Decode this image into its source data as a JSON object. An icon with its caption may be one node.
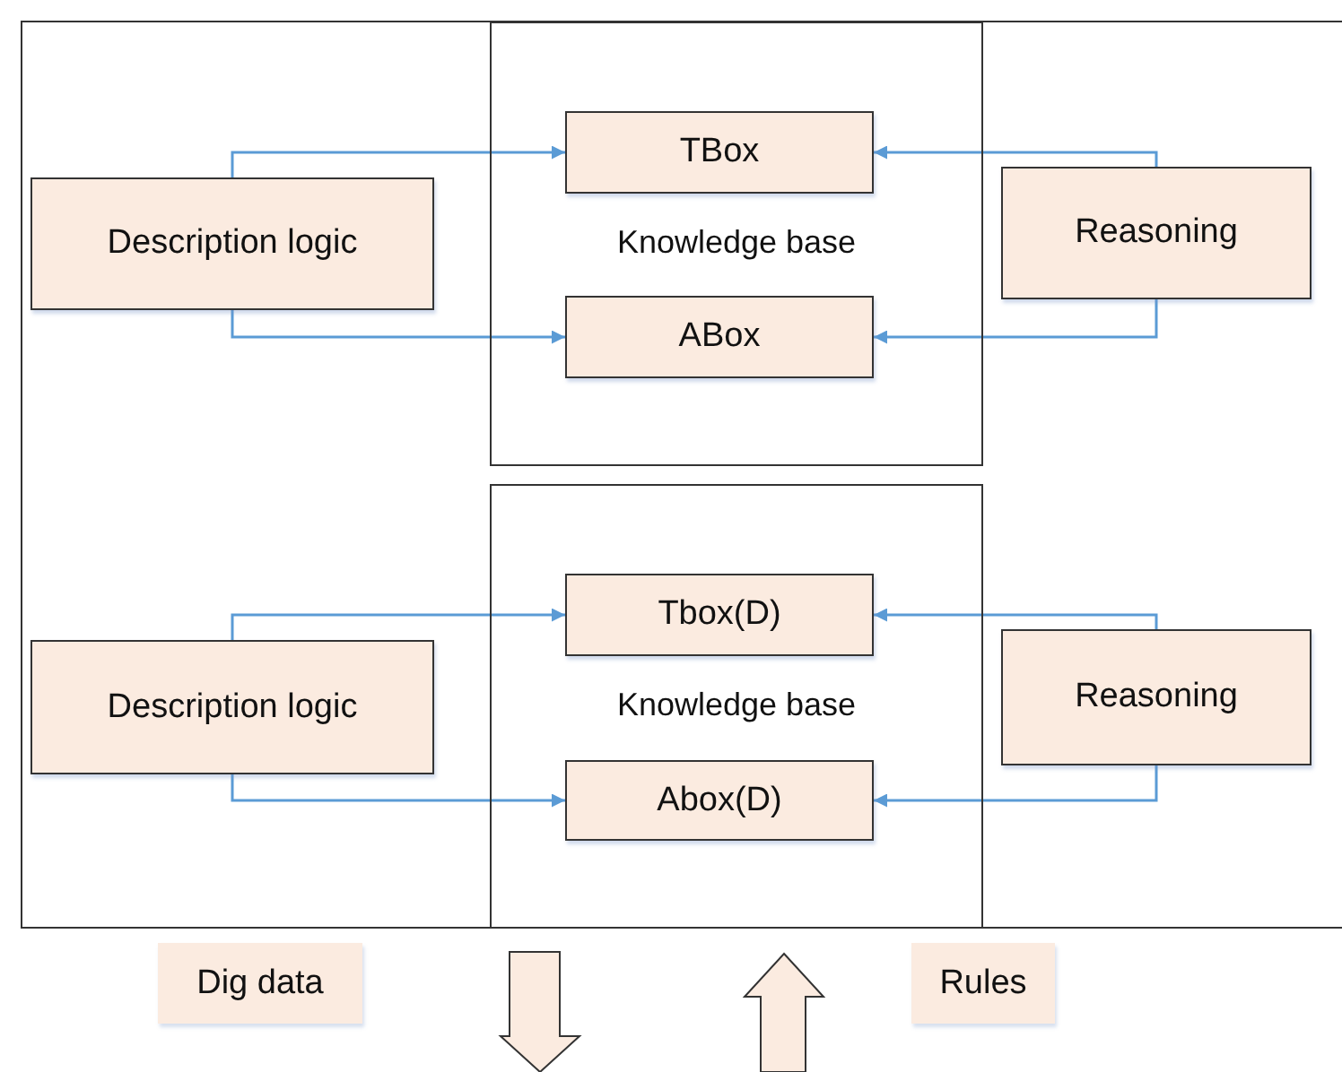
{
  "diagram": {
    "nodes": [
      {
        "text": [
          "Knowledge base"
        ]
      },
      {
        "text": [
          "TBox"
        ],
        "in": 0
      },
      {
        "text": [
          "ABox"
        ],
        "in": 0
      },
      {
        "text": [
          "Description logic"
        ]
      },
      {
        "text": [
          "Reasoning"
        ]
      },
      {
        "text": [
          "Knowledge base"
        ]
      },
      {
        "text": [
          "Tbox(D)"
        ],
        "in": 5
      },
      {
        "text": [
          "Abox(D)"
        ],
        "in": 5
      },
      {
        "text": [
          "Description logic"
        ]
      },
      {
        "text": [
          "Reasoning"
        ]
      },
      {
        "text": [
          "Dig data"
        ]
      },
      {
        "text": [
          "Rules"
        ]
      }
    ],
    "edges": [
      {
        "from": 3,
        "to": 1,
        "arrow": "to"
      },
      {
        "from": 3,
        "to": 2,
        "arrow": "to"
      },
      {
        "from": 4,
        "to": 1,
        "arrow": "to"
      },
      {
        "from": 4,
        "to": 2,
        "arrow": "to"
      },
      {
        "from": 8,
        "to": 6,
        "arrow": "to"
      },
      {
        "from": 8,
        "to": 7,
        "arrow": "to"
      },
      {
        "from": 9,
        "to": 6,
        "arrow": "to"
      },
      {
        "from": 9,
        "to": 7,
        "arrow": "to"
      }
    ]
  }
}
